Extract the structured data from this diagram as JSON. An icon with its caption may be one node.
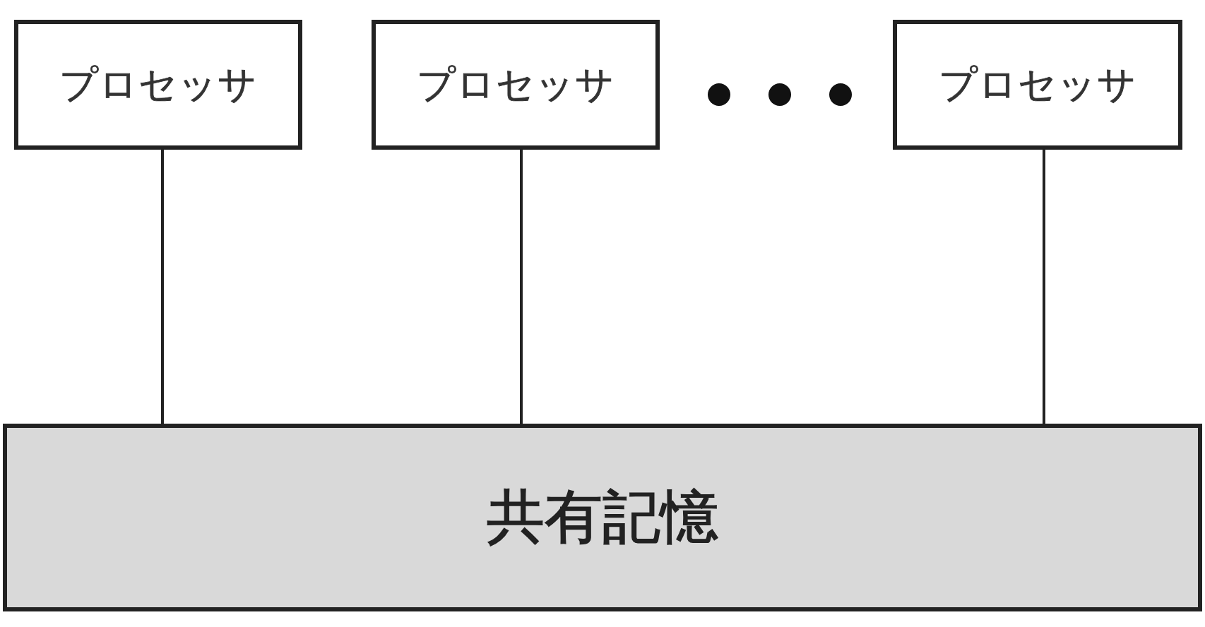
{
  "diagram": {
    "nodes": [
      {
        "text": [
          "プロセッサ"
        ]
      },
      {
        "text": [
          "プロセッサ"
        ]
      },
      {
        "text": [
          "プロセッサ"
        ]
      },
      {
        "text": [
          "共有記憶"
        ]
      }
    ],
    "edges": [
      {
        "from": 0,
        "to": 3,
        "arrow": "none"
      },
      {
        "from": 1,
        "to": 3,
        "arrow": "none"
      },
      {
        "from": 2,
        "to": 3,
        "arrow": "none"
      }
    ]
  }
}
